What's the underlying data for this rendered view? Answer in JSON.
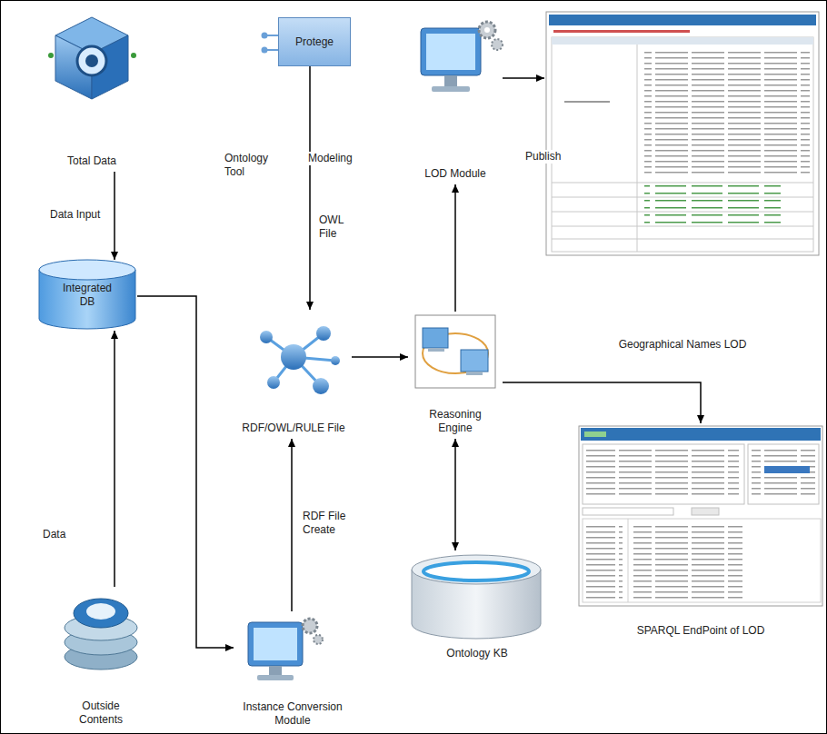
{
  "diagram": {
    "nodes": [
      {
        "text": [
          "Total Data"
        ]
      },
      {
        "text": [
          "Protege"
        ]
      },
      {
        "text": [
          "LOD Module"
        ]
      },
      {
        "text": [
          "Geographical Names LOD"
        ]
      },
      {
        "text": [
          "Integrated DB"
        ]
      },
      {
        "text": [
          "RDF/OWL/RULE File"
        ]
      },
      {
        "text": [
          "Reasoning Engine"
        ]
      },
      {
        "text": [
          "SPARQL EndPoint of LOD"
        ]
      },
      {
        "text": [
          "Ontology KB"
        ]
      },
      {
        "text": [
          "Outside Contents"
        ]
      },
      {
        "text": [
          "Instance Conversion Module"
        ]
      }
    ],
    "edges": [
      {
        "from": 0,
        "to": 4,
        "arrow": "to",
        "label": "Data Input"
      },
      {
        "from": 1,
        "to": 5,
        "arrow": "to",
        "label": "OWL File"
      },
      {
        "from": 9,
        "to": 4,
        "arrow": "to",
        "label": "Data"
      },
      {
        "from": 4,
        "to": 10,
        "arrow": "to"
      },
      {
        "from": 10,
        "to": 5,
        "arrow": "to",
        "label": "RDF File Create"
      },
      {
        "from": 5,
        "to": 6,
        "arrow": "to"
      },
      {
        "from": 6,
        "to": 2,
        "arrow": "to"
      },
      {
        "from": 2,
        "to": 3,
        "arrow": "to"
      },
      {
        "from": 6,
        "to": 7,
        "arrow": "to"
      },
      {
        "from": 6,
        "to": 8,
        "arrow": "both"
      }
    ],
    "labels": [
      "Ontology Tool",
      "Modeling",
      "Publish"
    ]
  }
}
